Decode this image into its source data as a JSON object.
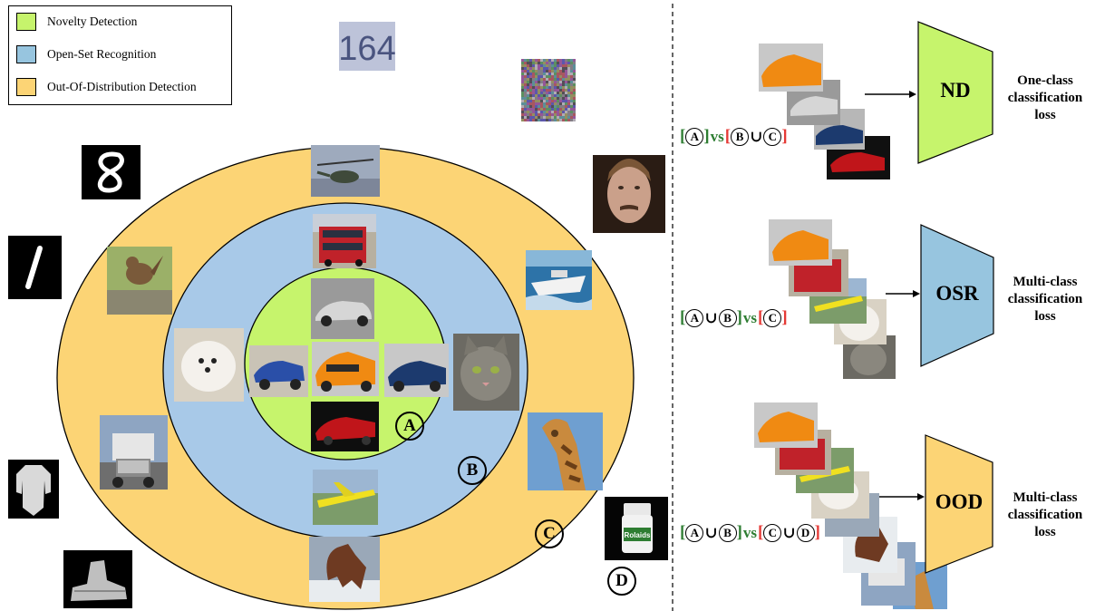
{
  "legend": {
    "items": [
      {
        "label": "Novelty Detection",
        "color": "#c6f46c"
      },
      {
        "label": "Open-Set Recognition",
        "color": "#97c5df"
      },
      {
        "label": "Out-Of-Distribution Detection",
        "color": "#fcd475"
      }
    ]
  },
  "rings": {
    "outer_color": "#fcd475",
    "middle_color": "#a8c9e8",
    "inner_color": "#c6f46c"
  },
  "set_labels": {
    "a": "A",
    "b": "B",
    "c": "C",
    "d": "D"
  },
  "images": {
    "svhn_digits": "164",
    "pill_bottle_label": "Rolaids"
  },
  "models": [
    {
      "name": "ND",
      "loss": "One-class\nclassification\nloss",
      "color": "#c6f46c",
      "formula": {
        "left": [
          "A"
        ],
        "right": [
          "B",
          "C"
        ],
        "vs": "vs"
      }
    },
    {
      "name": "OSR",
      "loss": "Multi-class\nclassification\nloss",
      "color": "#97c5df",
      "formula": {
        "left": [
          "A",
          "B"
        ],
        "right": [
          "C"
        ],
        "vs": "vs"
      }
    },
    {
      "name": "OOD",
      "loss": "Multi-class\nclassification\nloss",
      "color": "#fcd475",
      "formula": {
        "left": [
          "A",
          "B"
        ],
        "right": [
          "C",
          "D"
        ],
        "vs": "vs"
      }
    }
  ],
  "colors": {
    "green": "#2e7d32",
    "red": "#e53935"
  }
}
